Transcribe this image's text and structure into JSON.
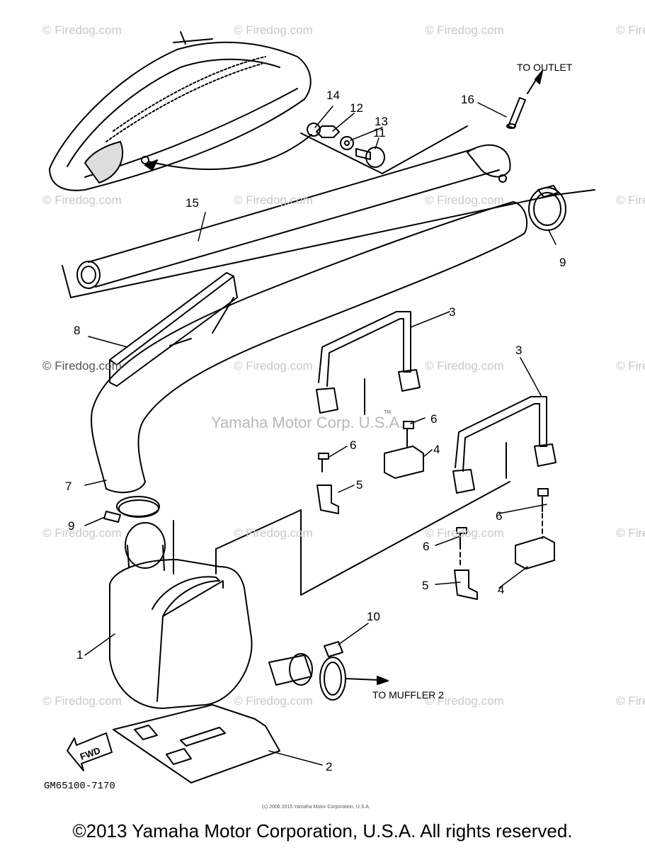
{
  "watermarks": {
    "site": "© Firedog.com",
    "center": "Yamaha Motor Corp. U.S.A.",
    "tm": "TM",
    "small_copyright": "(c) 2006 2015 Yamaha Motor Corporation, U.S.A."
  },
  "notes": {
    "to_outlet": "TO OUTLET",
    "to_muffler": "TO MUFFLER 2",
    "fwd": "FWD",
    "reference_code": "GM65100-7170"
  },
  "callouts": [
    "1",
    "2",
    "3",
    "3",
    "4",
    "4",
    "5",
    "5",
    "6",
    "6",
    "6",
    "6",
    "7",
    "8",
    "9",
    "9",
    "10",
    "11",
    "12",
    "13",
    "14",
    "15",
    "16"
  ],
  "footer": {
    "copyright": "©2013 Yamaha Motor Corporation, U.S.A. All rights reserved."
  }
}
